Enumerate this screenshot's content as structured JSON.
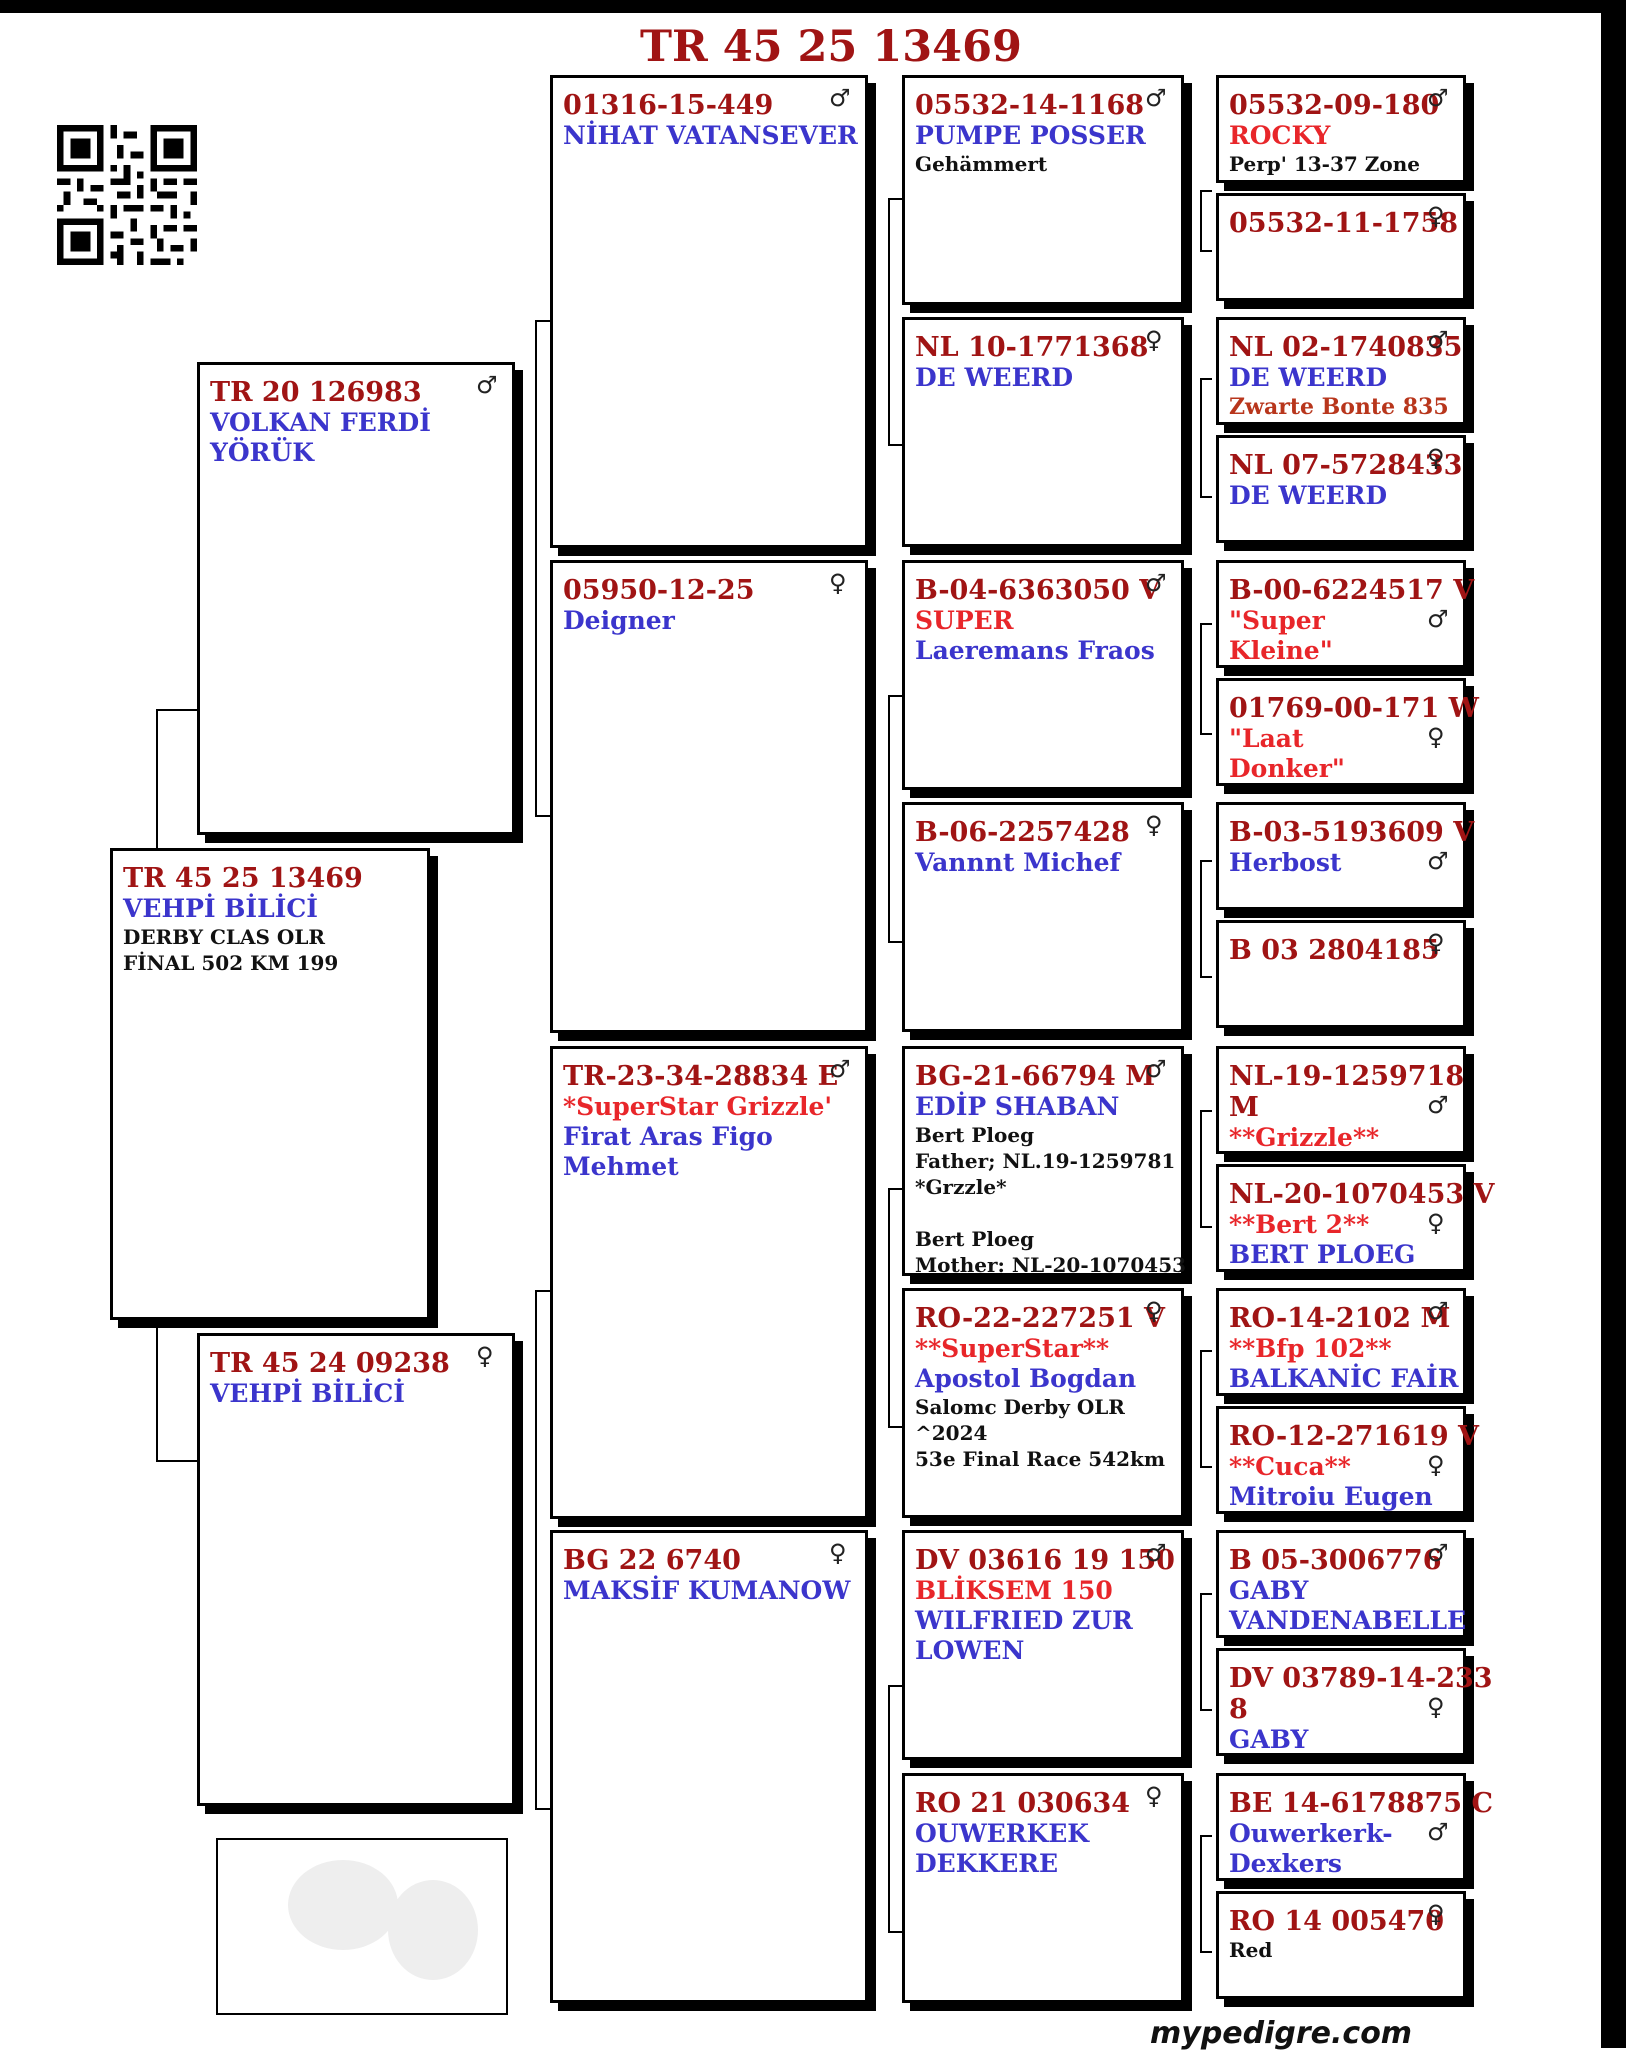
{
  "title": "TR 45 25 13469",
  "footer": "mypedigre.com",
  "gen1": {
    "ring": "TR 45 25 13469",
    "name": "VEHPİ BİLİCİ",
    "info": [
      "DERBY CLAS OLR",
      "FİNAL 502 KM  199"
    ]
  },
  "gen2": [
    {
      "ring": "TR 20 126983",
      "sex": "♂",
      "names": [
        "VOLKAN FERDİ",
        "YÖRÜK"
      ]
    },
    {
      "ring": "TR 45 24 09238",
      "sex": "♀",
      "names": [
        "VEHPİ BİLİCİ"
      ]
    }
  ],
  "gen3": [
    {
      "ring": "01316-15-449",
      "sex": "♂",
      "names": [
        "NİHAT VATANSEVER"
      ]
    },
    {
      "ring": "05950-12-25",
      "sex": "♀",
      "names": [
        "Deigner"
      ]
    },
    {
      "ring": "TR-23-34-28834 E",
      "sex": "♂",
      "red": "*SuperStar Grizzle'",
      "names": [
        "Firat Aras Figo",
        "Mehmet"
      ]
    },
    {
      "ring": "BG 22 6740",
      "sex": "♀",
      "names": [
        "MAKSİF KUMANOW"
      ]
    }
  ],
  "gen4": [
    {
      "ring": "05532-14-1168",
      "sex": "♂",
      "names": [
        "PUMPE POSSER"
      ],
      "info": [
        "Gehämmert"
      ]
    },
    {
      "ring": "NL 10-1771368",
      "sex": "♀",
      "names": [
        "DE WEERD"
      ]
    },
    {
      "ring": "B-04-6363050 V",
      "sex": "♂",
      "red": "SUPER",
      "names": [
        "Laeremans Fraos"
      ]
    },
    {
      "ring": "B-06-2257428",
      "sex": "♀",
      "names": [
        "Vannnt Michef"
      ]
    },
    {
      "ring": "BG-21-66794 M",
      "sex": "♂",
      "names": [
        "EDİP SHABAN"
      ],
      "info": [
        "Bert Ploeg",
        "Father; NL.19-1259781",
        "*Grzzle*",
        "",
        "Bert Ploeg",
        "Mother: NL-20-1070453"
      ]
    },
    {
      "ring": "RO-22-227251 V",
      "sex": "♀",
      "red": "**SuperStar**",
      "names": [
        "Apostol Bogdan"
      ],
      "info": [
        "Salomc Derby OLR",
        "^2024",
        "53e Final Race 542km"
      ]
    },
    {
      "ring": "DV 03616 19 150",
      "sex": "♂",
      "red": "BLİKSEM 150",
      "names": [
        "WILFRIED ZUR",
        "LOWEN"
      ]
    },
    {
      "ring": "RO 21 030634",
      "sex": "♀",
      "names": [
        "OUWERKEK",
        "DEKKERE"
      ]
    }
  ],
  "gen5": [
    {
      "ring": "05532-09-180",
      "sex": "♂",
      "red": "ROCKY",
      "info": [
        "Perp' 13-37 Zone"
      ]
    },
    {
      "ring": "05532-11-1758",
      "sex": "♀"
    },
    {
      "ring": "NL 02-1740835",
      "sex": "♂",
      "names": [
        "DE WEERD"
      ],
      "brown": "Zwarte Bonte 835"
    },
    {
      "ring": "NL 07-5728433",
      "sex": "♀",
      "names": [
        "DE WEERD"
      ]
    },
    {
      "ring": "B-00-6224517 V",
      "sex": "♂",
      "red": "\"Super",
      "red2": "Kleine\""
    },
    {
      "ring": "01769-00-171 W",
      "sex": "♀",
      "red": "\"Laat",
      "red2": "Donker\""
    },
    {
      "ring": "B-03-5193609 V",
      "sex": "♂",
      "names": [
        "Herbost"
      ]
    },
    {
      "ring": "B 03 2804185",
      "sex": "♀"
    },
    {
      "ring": "NL-19-1259718",
      "ring2": "M",
      "sex": "♂",
      "red": "**Grizzle**"
    },
    {
      "ring": "NL-20-1070453 V",
      "sex": "♀",
      "red": "**Bert 2**",
      "names": [
        "BERT PLOEG"
      ]
    },
    {
      "ring": "RO-14-2102 M",
      "sex": "♂",
      "red": "**Bfp 102**",
      "names": [
        "BALKANİC FAİR"
      ]
    },
    {
      "ring": "RO-12-271619 V",
      "sex": "♀",
      "red": "**Cuca**",
      "names": [
        "Mitroiu Eugen"
      ]
    },
    {
      "ring": "B 05-3006776",
      "sex": "♂",
      "names": [
        "GABY",
        "VANDENABELLE"
      ]
    },
    {
      "ring": "DV 03789-14-233",
      "ring2": "8",
      "sex": "♀",
      "names": [
        "GABY"
      ]
    },
    {
      "ring": "BE 14-6178875 C",
      "sex": "♂",
      "names": [
        "Ouwerkerk-",
        "Dexkers"
      ]
    },
    {
      "ring": "RO 14 005470",
      "sex": "♀",
      "info": [
        "Red"
      ]
    }
  ]
}
